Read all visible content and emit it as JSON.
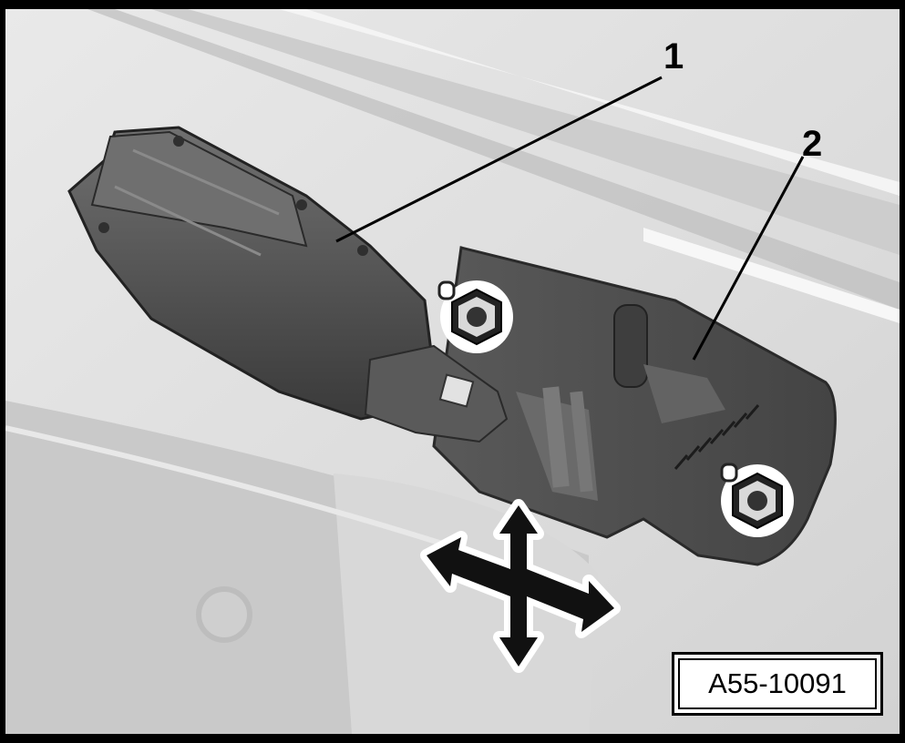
{
  "figure": {
    "callouts": [
      {
        "label": "1"
      },
      {
        "label": "2"
      }
    ],
    "figure_id": "A55-10091",
    "icons": [
      "four-way-adjustment-arrows-icon",
      "nut-icon"
    ]
  }
}
